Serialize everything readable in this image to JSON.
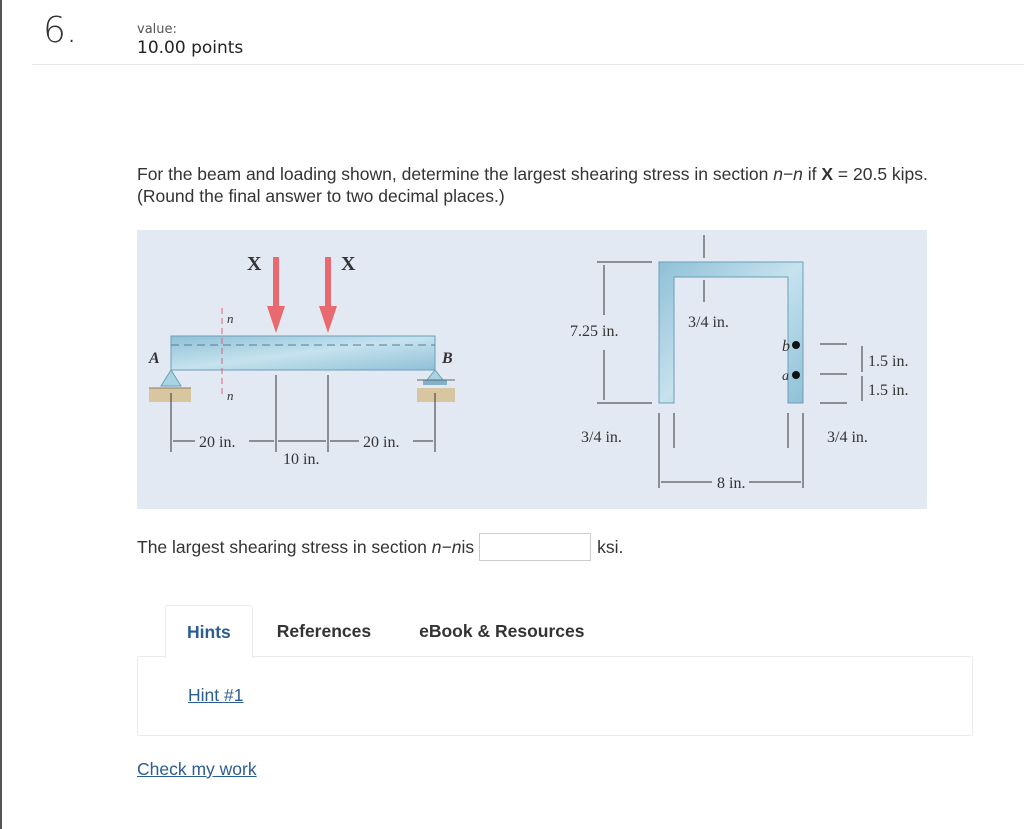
{
  "question": {
    "number": "6.",
    "value_label": "value:",
    "points": "10.00 points"
  },
  "prompt": {
    "line1_a": "For the beam and loading shown, determine the largest shearing stress in section ",
    "section": "n−n",
    "line1_b": " if ",
    "var": "X",
    "line1_c": " = 20.5 kips.",
    "line2": "(Round the final answer to two decimal places.)"
  },
  "figure": {
    "beam": {
      "load_labels": [
        "X",
        "X"
      ],
      "support_left": "A",
      "support_right": "B",
      "section_label": "n",
      "dims": [
        "20 in.",
        "10 in.",
        "20 in."
      ]
    },
    "section": {
      "height": "7.25 in.",
      "flange_thickness": "3/4 in.",
      "web_left": "3/4 in.",
      "web_right": "3/4 in.",
      "width": "8 in.",
      "point_b": "b",
      "point_a": "a",
      "dim_b": "1.5 in.",
      "dim_a": "1.5 in."
    }
  },
  "answer": {
    "prefix": "The largest shearing stress in section ",
    "section": "n−n",
    "is": " is",
    "value": "",
    "unit": "ksi."
  },
  "tabs": [
    {
      "label": "Hints",
      "active": true
    },
    {
      "label": "References",
      "active": false
    },
    {
      "label": "eBook & Resources",
      "active": false
    }
  ],
  "hints": {
    "link": "Hint #1"
  },
  "check_link": "Check my work",
  "colors": {
    "link": "#2c5d91",
    "figure_bg": "#e3e9f3",
    "beam": "#9fc9dc",
    "load_arrow": "#e86a70"
  }
}
